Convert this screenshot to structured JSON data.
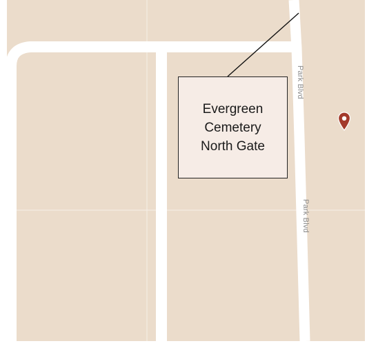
{
  "map": {
    "road_labels": {
      "upper": "Park Blvd",
      "lower": "Park Blvd"
    },
    "marker": {
      "icon": "map-pin-icon",
      "color": "#a33a2b"
    },
    "colors": {
      "land": "#ebdccb",
      "road": "#ffffff"
    }
  },
  "callout": {
    "text": "Evergreen Cemetery North Gate"
  }
}
